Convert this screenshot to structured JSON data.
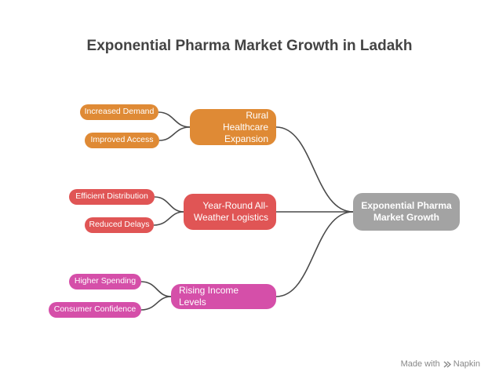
{
  "title": "Exponential Pharma Market Growth in Ladakh",
  "center": {
    "label": "Exponential Pharma Market Growth"
  },
  "branches": [
    {
      "label": "Rural Healthcare Expansion",
      "color": "#df8a35",
      "leaves": [
        "Increased Demand",
        "Improved Access"
      ]
    },
    {
      "label": "Year-Round All-Weather Logistics",
      "color": "#e05555",
      "leaves": [
        "Efficient Distribution",
        "Reduced Delays"
      ]
    },
    {
      "label": "Rising Income Levels",
      "color": "#d54fa9",
      "leaves": [
        "Higher Spending",
        "Consumer Confidence"
      ]
    }
  ],
  "footer": {
    "made_with": "Made with",
    "brand": "Napkin"
  }
}
